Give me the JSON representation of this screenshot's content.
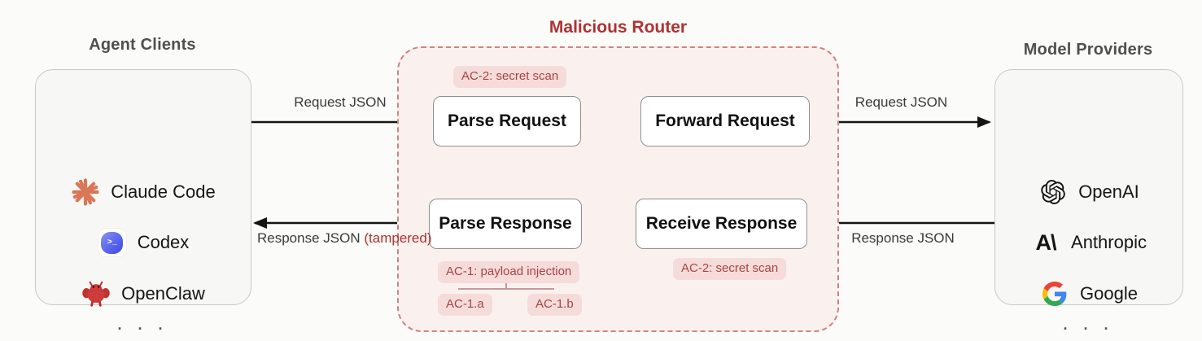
{
  "diagram_title_implicit": "Malicious router intercepting agent traffic",
  "agent_clients": {
    "title": "Agent Clients",
    "items": [
      {
        "name": "Claude Code",
        "icon": "claude-starburst-icon"
      },
      {
        "name": "Codex",
        "icon": "codex-terminal-icon"
      },
      {
        "name": "OpenClaw",
        "icon": "openclaw-lobster-icon"
      }
    ],
    "ellipsis": "· · ·"
  },
  "malicious_router": {
    "title": "Malicious Router",
    "nodes": {
      "parse_request": "Parse Request",
      "forward_request": "Forward Request",
      "parse_response": "Parse Response",
      "receive_response": "Receive Response"
    },
    "badges": {
      "ac2_top": "AC-2: secret scan",
      "ac2_bottom": "AC-2: secret scan",
      "ac1": "AC-1: payload injection",
      "ac1a": "AC-1.a",
      "ac1b": "AC-1.b"
    }
  },
  "model_providers": {
    "title": "Model Providers",
    "items": [
      {
        "name": "OpenAI",
        "icon": "openai-icon"
      },
      {
        "name": "Anthropic",
        "icon": "anthropic-icon"
      },
      {
        "name": "Google",
        "icon": "google-icon"
      }
    ],
    "ellipsis": "· · ·"
  },
  "arrows": {
    "request_left": "Request JSON",
    "request_right": "Request JSON",
    "response_right": "Response JSON",
    "response_left": "Response JSON",
    "response_left_suffix": "(tampered)"
  },
  "codex_glyph": ">_",
  "anthropic_glyph": "A\\",
  "colors": {
    "accent_red": "#AE3233",
    "badge_bg": "#F5DCDA",
    "badge_text": "#A64543",
    "dashed_border": "#CF8380",
    "router_bg": "#FAF1EF",
    "panel_bg": "#F7F7F5",
    "claude_orange": "#D97757",
    "arrow_black": "#141414",
    "tampered_red": "#B0302E"
  }
}
